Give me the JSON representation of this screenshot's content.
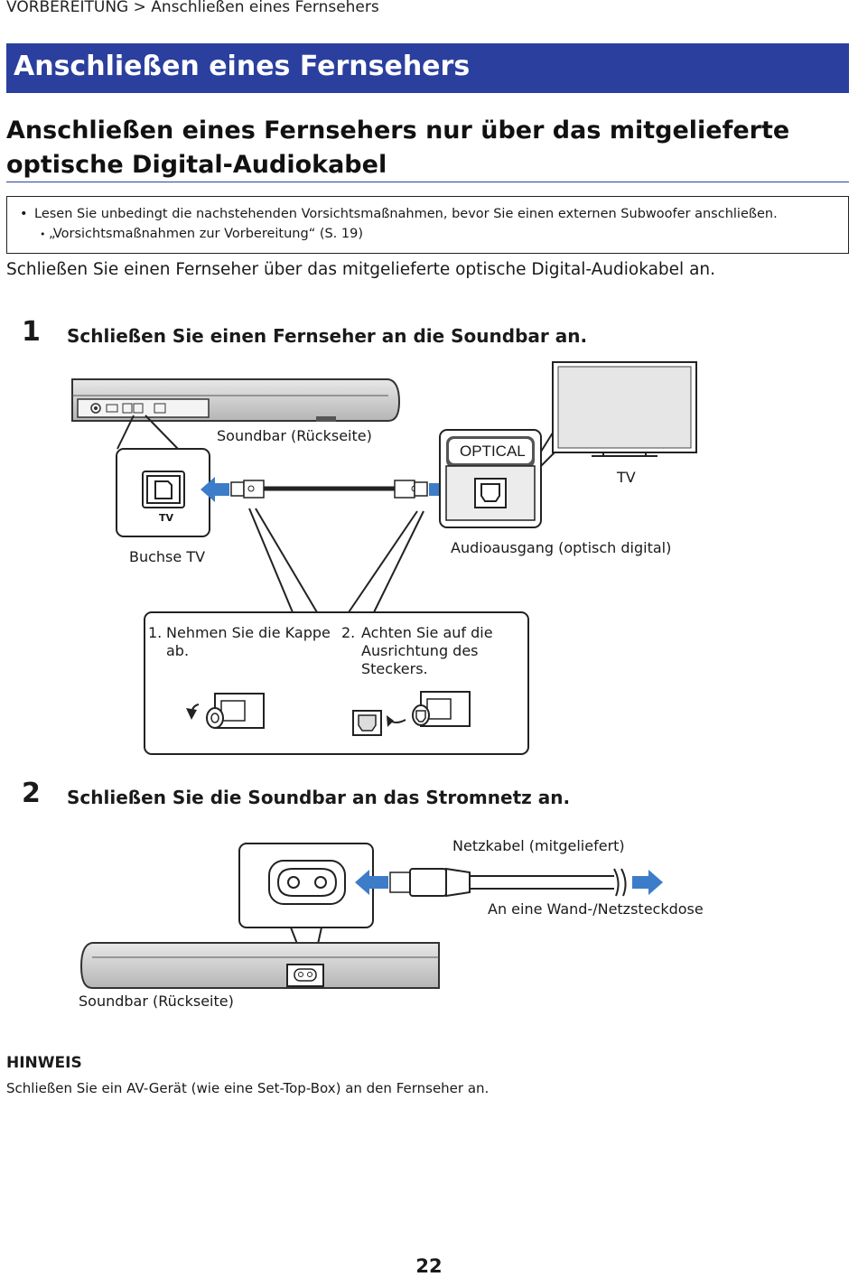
{
  "breadcrumb": "VORBEREITUNG > Anschließen eines Fernsehers",
  "title": "Anschließen eines Fernsehers",
  "subtitle": "Anschließen eines Fernsehers nur über das mitgelieferte optische Digital-Audiokabel",
  "note": {
    "line1": "Lesen Sie unbedingt die nachstehenden Vorsichtsmaßnahmen, bevor Sie einen externen Subwoofer anschließen.",
    "line2": "„Vorsichtsmaßnahmen zur Vorbereitung“ (S. 19)"
  },
  "intro": "Schließen Sie einen Fernseher über das mitgelieferte optische Digital-Audiokabel an.",
  "step1": {
    "number": "1",
    "text": "Schließen Sie einen Fernseher an die Soundbar an.",
    "labels": {
      "soundbar_back": "Soundbar (Rückseite)",
      "optical": "OPTICAL",
      "tv": "TV",
      "jack_tv_small": "TV",
      "jack_tv": "Buchse TV",
      "audio_out": "Audioausgang (optisch digital)",
      "tip1_num": "1.",
      "tip1_line1": "Nehmen Sie die Kappe",
      "tip1_line2": "ab.",
      "tip2_num": "2.",
      "tip2_line1": "Achten Sie auf die",
      "tip2_line2": "Ausrichtung des",
      "tip2_line3": "Steckers."
    }
  },
  "step2": {
    "number": "2",
    "text": "Schließen Sie die Soundbar an das Stromnetz an.",
    "labels": {
      "power_cable": "Netzkabel (mitgeliefert)",
      "wall_outlet": "An eine Wand-/Netzsteckdose",
      "soundbar_back": "Soundbar (Rückseite)"
    }
  },
  "hinweis": {
    "heading": "HINWEIS",
    "text": "Schließen Sie ein AV-Gerät (wie eine Set-Top-Box) an den Fernseher an."
  },
  "page_number": "22",
  "colors": {
    "title_bar": "#2b3f9e",
    "arrow_blue": "#3d7cc9"
  }
}
